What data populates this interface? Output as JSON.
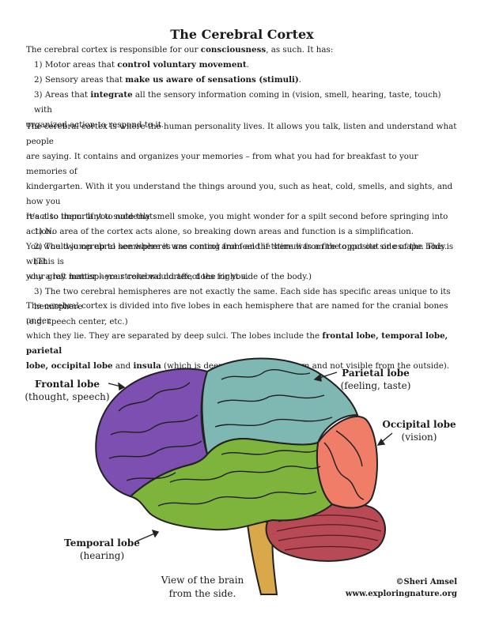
{
  "title": "The Cerebral Cortex",
  "intro": {
    "lead_a": "The cerebral cortex is responsible for our ",
    "lead_b": "consciousness",
    "lead_c": ", as such. It has:",
    "item1_a": "1) Motor areas that ",
    "item1_b": "control voluntary movement",
    "item1_c": ".",
    "item2_a": "2) Sensory areas that ",
    "item2_b": "make us aware of sensations (stimuli)",
    "item2_c": ".",
    "item3_a": "3) Areas that ",
    "item3_b": "integrate",
    "item3_c": " all the sensory information coming in (vision, smell, hearing, taste, touch) with",
    "item3_d": "organized action to respond to it."
  },
  "personality": [
    "The cerebral cortex is where the human personality lives. It allows you talk, listen and understand what people",
    "are saying. It contains and organizes your memories – from what you had for breakfast to your memories of",
    "kindergarten. With it you understand the things around you, such as heat, cold, smells, and sights, and how you",
    "react to them. If you suddenly smell smoke, you might wonder for a spilt second before springing into action.",
    "You would jump up to see where it was coming from and if there was a fire to put out or escape. This is what",
    "your gray matter  – your cerebral cortex, does for you."
  ],
  "notes": {
    "lead": "It’s also important to note that:",
    "n1": "1) No area of the cortex acts alone, so breaking down areas and function is a simplification.",
    "n2a": "2) The two cerebral hemispheres are control and feel the stimuli from the opposite side of the body. (This is",
    "n2b": "why a left hemisphere stroke would affect the right side of the body.)",
    "n3a": "3) The two cerebral hemispheres are not exactly the same. Each side has specific areas unique to its hemisphere",
    "n3b": "(e.g. speech center, etc.)"
  },
  "lobes_text": {
    "l1": "The cerebral cortex is divided into five lobes in each hemisphere that are named for the cranial bones under",
    "l2a": "which they lie. They are separated by deep sulci. The lobes include the ",
    "l2b": "frontal lobe, temporal lobe, parietal",
    "l3a": "lobe, occipital lobe",
    "l3b": " and ",
    "l3c": "insula",
    "l3d": " (which is deep inside the cerebrum and not visible from the outside)."
  },
  "labels": {
    "frontal_name": "Frontal lobe",
    "frontal_desc": "(thought, speech)",
    "parietal_name": "Parietal lobe",
    "parietal_desc": "(feeling, taste)",
    "occipital_name": "Occipital lobe",
    "occipital_desc": "(vision)",
    "temporal_name": "Temporal lobe",
    "temporal_desc": "(hearing)"
  },
  "caption_l1": "View of the brain",
  "caption_l2": "from the side.",
  "credit_l1": "©Sheri Amsel",
  "credit_l2": "www.exploringnature.org",
  "colors": {
    "frontal": "#7d4fb0",
    "parietal": "#7fb8b2",
    "occipital": "#f07d68",
    "temporal": "#7fb43c",
    "cerebellum": "#b84a55",
    "brainstem": "#d9a84a"
  }
}
